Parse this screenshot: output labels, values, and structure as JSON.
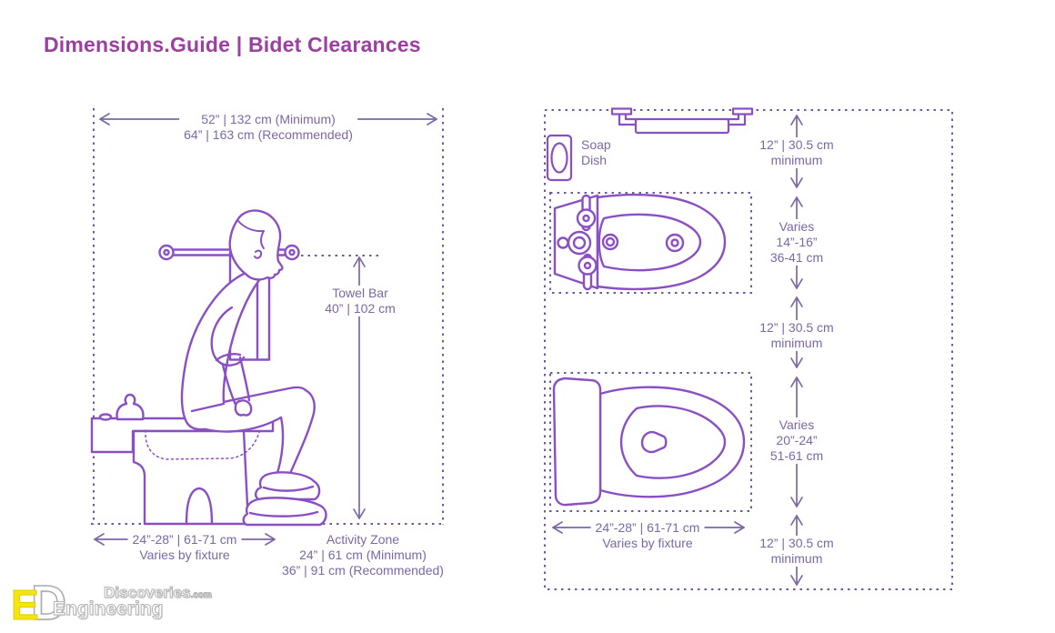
{
  "title": "Dimensions.Guide | Bidet Clearances",
  "colors": {
    "title_purple": "#9c3fa1",
    "fixture_line": "#8a50c3",
    "dimension_line": "#7b68a4",
    "dashed_line": "#6e58a0",
    "logo_yellow": "#f6e40e"
  },
  "left_diagram": {
    "total_width": {
      "line1": "52” | 132 cm (Minimum)",
      "line2": "64” | 163 cm (Recommended)"
    },
    "towel_bar": {
      "line1": "Towel Bar",
      "line2": "40” | 102 cm"
    },
    "fixture_width": {
      "line1": "24”-28” | 61-71 cm",
      "line2": "Varies by fixture"
    },
    "activity_zone": {
      "line1": "Activity Zone",
      "line2": "24” | 61 cm (Minimum)",
      "line3": "36” | 91 cm (Recommended)"
    }
  },
  "right_diagram": {
    "soap_dish": {
      "line1": "Soap",
      "line2": "Dish"
    },
    "wall_clearance_top": {
      "line1": "12” | 30.5 cm",
      "line2": "minimum"
    },
    "bidet_depth": {
      "line1": "Varies",
      "line2": "14”-16”",
      "line3": "36-41 cm"
    },
    "between_clearance": {
      "line1": "12” | 30.5 cm",
      "line2": "minimum"
    },
    "toilet_depth": {
      "line1": "Varies",
      "line2": "20”-24”",
      "line3": "51-61 cm"
    },
    "wall_clearance_bottom": {
      "line1": "12” | 30.5 cm",
      "line2": "minimum"
    },
    "fixture_width": {
      "line1": "24”-28” | 61-71 cm",
      "line2": "Varies by fixture"
    }
  },
  "watermark": {
    "letter_e": "E",
    "letter_d": "D",
    "word_top": "Discoveries",
    "word_top_suffix": ".com",
    "word_bottom": "Engineering"
  }
}
